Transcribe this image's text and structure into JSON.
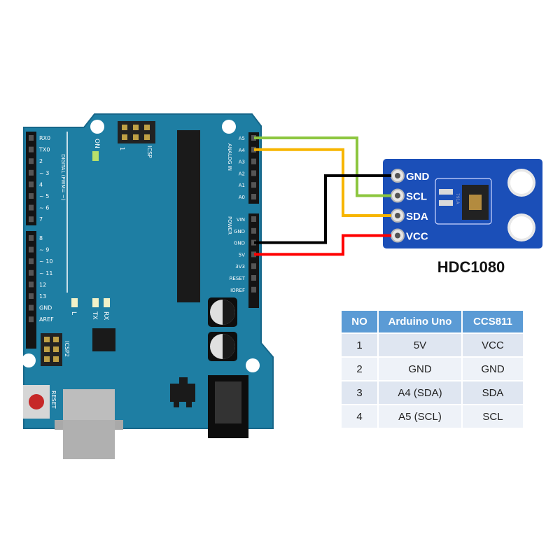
{
  "arduino": {
    "digital_pins": [
      "RX0",
      "TX0",
      "2",
      "3",
      "4",
      "5",
      "6",
      "7",
      "8",
      "9",
      "10",
      "11",
      "12",
      "13",
      "GND",
      "AREF"
    ],
    "pwm_marks": [
      "",
      "",
      "",
      "~",
      "",
      "~",
      "~",
      "",
      "",
      "~",
      "~",
      "~",
      "",
      "",
      "",
      ""
    ],
    "digital_header_label": "DIGITAL (PWM= ~)",
    "analog_pins": [
      "A5",
      "A4",
      "A3",
      "A2",
      "A1",
      "A0"
    ],
    "analog_label": "ANALOG IN",
    "power_pins": [
      "VIN",
      "GND",
      "GND",
      "5V",
      "3V3",
      "RESET",
      "IOREF"
    ],
    "power_label": "POWER",
    "icsp_top_label": "ICSP",
    "icsp_top_number": "1",
    "icsp2_label": "ICSP2",
    "on_label": "ON",
    "l_label": "L",
    "tx_label": "TX",
    "rx_label": "RX",
    "reset_label": "RESET"
  },
  "sensor": {
    "pins": [
      "GND",
      "SCL",
      "SDA",
      "VCC"
    ],
    "chip_marking": "791A",
    "title": "HDC1080"
  },
  "wires": [
    {
      "from": "A5",
      "to": "SCL",
      "color": "#8dc63f"
    },
    {
      "from": "A4",
      "to": "SDA",
      "color": "#f7b500"
    },
    {
      "from": "GND",
      "to": "GND",
      "color": "#000000"
    },
    {
      "from": "5V",
      "to": "VCC",
      "color": "#ff0000"
    }
  ],
  "colors": {
    "board": "#1e7ea3",
    "board_edge": "#17678a",
    "sensor_board": "#1b4fb8",
    "table_header": "#5b9bd5"
  },
  "table": {
    "headers": [
      "NO",
      "Arduino Uno",
      "CCS811"
    ],
    "rows": [
      [
        "1",
        "5V",
        "VCC"
      ],
      [
        "2",
        "GND",
        "GND"
      ],
      [
        "3",
        "A4 (SDA)",
        "SDA"
      ],
      [
        "4",
        "A5 (SCL)",
        "SCL"
      ]
    ]
  }
}
